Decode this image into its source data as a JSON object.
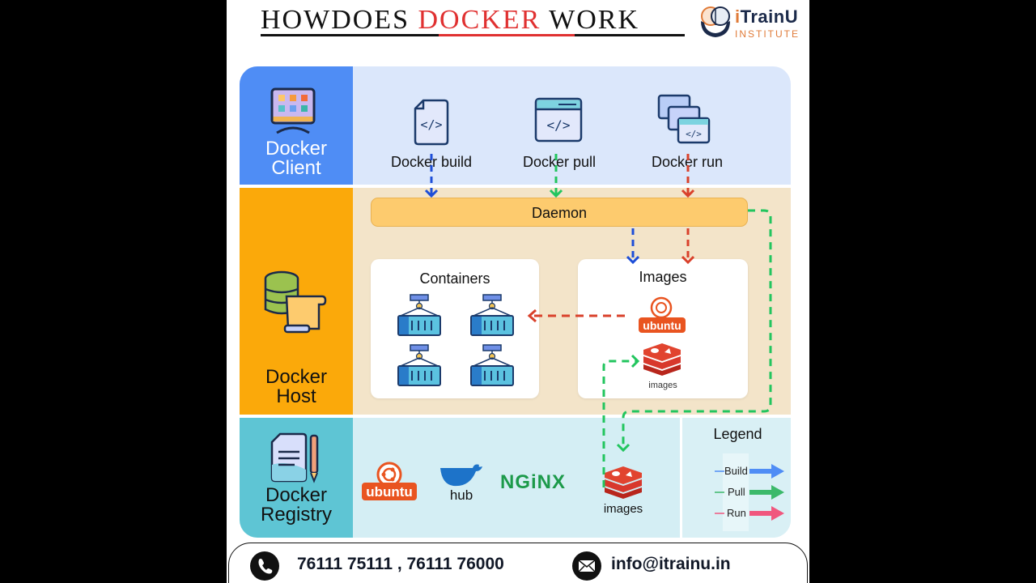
{
  "header": {
    "title_prefix": "HOWDOES ",
    "title_accent": "DOCKER",
    "title_suffix": " WORK",
    "logo_brand_i": "i",
    "logo_brand_rest": "TrainU",
    "logo_sub": "INSTITUTE"
  },
  "colors": {
    "client_side": "#4f8df5",
    "host_side": "#fba90a",
    "registry_side": "#5ec5d4",
    "build_arrow": "#1d4ed8",
    "pull_arrow": "#22c55e",
    "run_arrow": "#d9412b",
    "title_accent": "#e03131"
  },
  "client": {
    "label_line1": "Docker",
    "label_line2": "Client",
    "commands": [
      {
        "label": "Docker build",
        "icon": "code-file-icon"
      },
      {
        "label": "Docker pull",
        "icon": "code-window-icon"
      },
      {
        "label": "Docker run",
        "icon": "stacked-windows-icon"
      }
    ]
  },
  "host": {
    "label_line1": "Docker",
    "label_line2": "Host",
    "daemon": "Daemon",
    "containers_title": "Containers",
    "images_title": "Images",
    "images_items": [
      "ubuntu",
      "images"
    ]
  },
  "registry": {
    "label_line1": "Docker",
    "label_line2": "Registry",
    "items": [
      {
        "label": "ubuntu"
      },
      {
        "label": "hub"
      },
      {
        "label": "NGiNX"
      },
      {
        "label": "images"
      }
    ]
  },
  "legend": {
    "title": "Legend",
    "items": [
      {
        "label": "Build",
        "color": "#4f8df5"
      },
      {
        "label": "Pull",
        "color": "#3cb96a"
      },
      {
        "label": "Run",
        "color": "#f0577e"
      }
    ]
  },
  "footer": {
    "phone": "76111 75111 , 76111 76000",
    "email": "info@itrainu.in"
  }
}
